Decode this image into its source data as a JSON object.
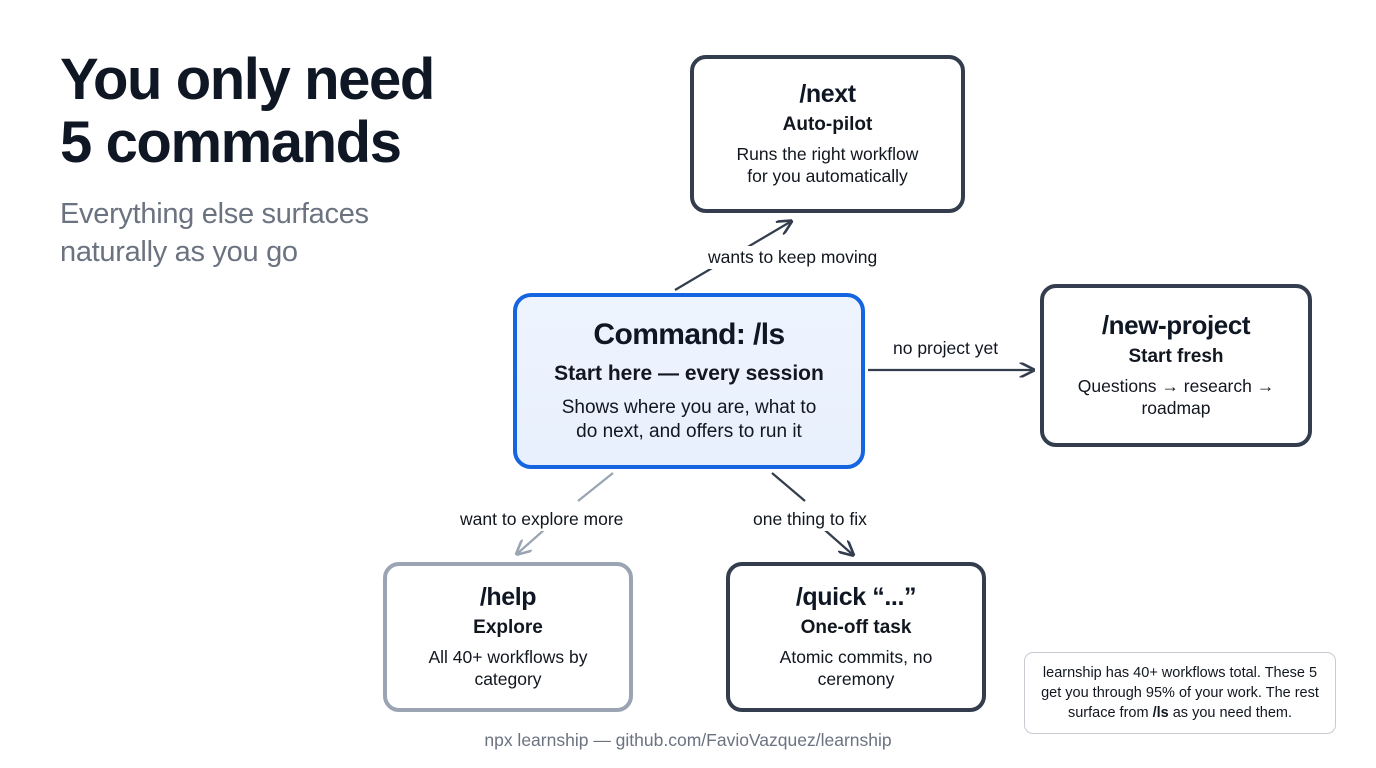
{
  "hero": {
    "title": "You only need\n5 commands",
    "subtitle": "Everything else surfaces\nnaturally as you go"
  },
  "colors": {
    "title": "#0f1724",
    "subtitle": "#6b7280",
    "primary_accent": "#1565e0",
    "primary_fill": "#eaf2fd",
    "dark_border": "#333d4d",
    "muted_border": "#9aa4b2",
    "footnote_border": "#c7cbd1"
  },
  "nodes": {
    "next": {
      "command": "/next",
      "role": "Auto-pilot",
      "description": "Runs the right workflow\nfor you automatically"
    },
    "ls": {
      "command": "Command: /ls",
      "role": "Start here — every session",
      "description": "Shows where you are, what to\ndo next, and offers to run it"
    },
    "new_project": {
      "command": "/new-project",
      "role": "Start fresh",
      "description": "Questions → research →\nroadmap"
    },
    "help": {
      "command": "/help",
      "role": "Explore",
      "description": "All 40+ workflows by\ncategory"
    },
    "quick": {
      "command": "/quick “...”",
      "role": "One-off task",
      "description": "Atomic commits, no\nceremony"
    }
  },
  "edges": [
    {
      "id": "ls-to-next",
      "label": "wants to keep moving",
      "from": "ls",
      "to": "next",
      "color": "#333d4d"
    },
    {
      "id": "ls-to-newproject",
      "label": "no project yet",
      "from": "ls",
      "to": "new_project",
      "color": "#333d4d"
    },
    {
      "id": "ls-to-help",
      "label": "want to explore more",
      "from": "ls",
      "to": "help",
      "color": "#9aa4b2"
    },
    {
      "id": "ls-to-quick",
      "label": "one thing to fix",
      "from": "ls",
      "to": "quick",
      "color": "#333d4d"
    }
  ],
  "footnote": {
    "part1": "learnship has 40+ workflows total. These 5 get you through 95% of your work. The rest surface from ",
    "emphasis": "/ls",
    "part2": " as you need them."
  },
  "caption": {
    "text": "npx learnship — github.com/FavioVazquez/learnship"
  }
}
